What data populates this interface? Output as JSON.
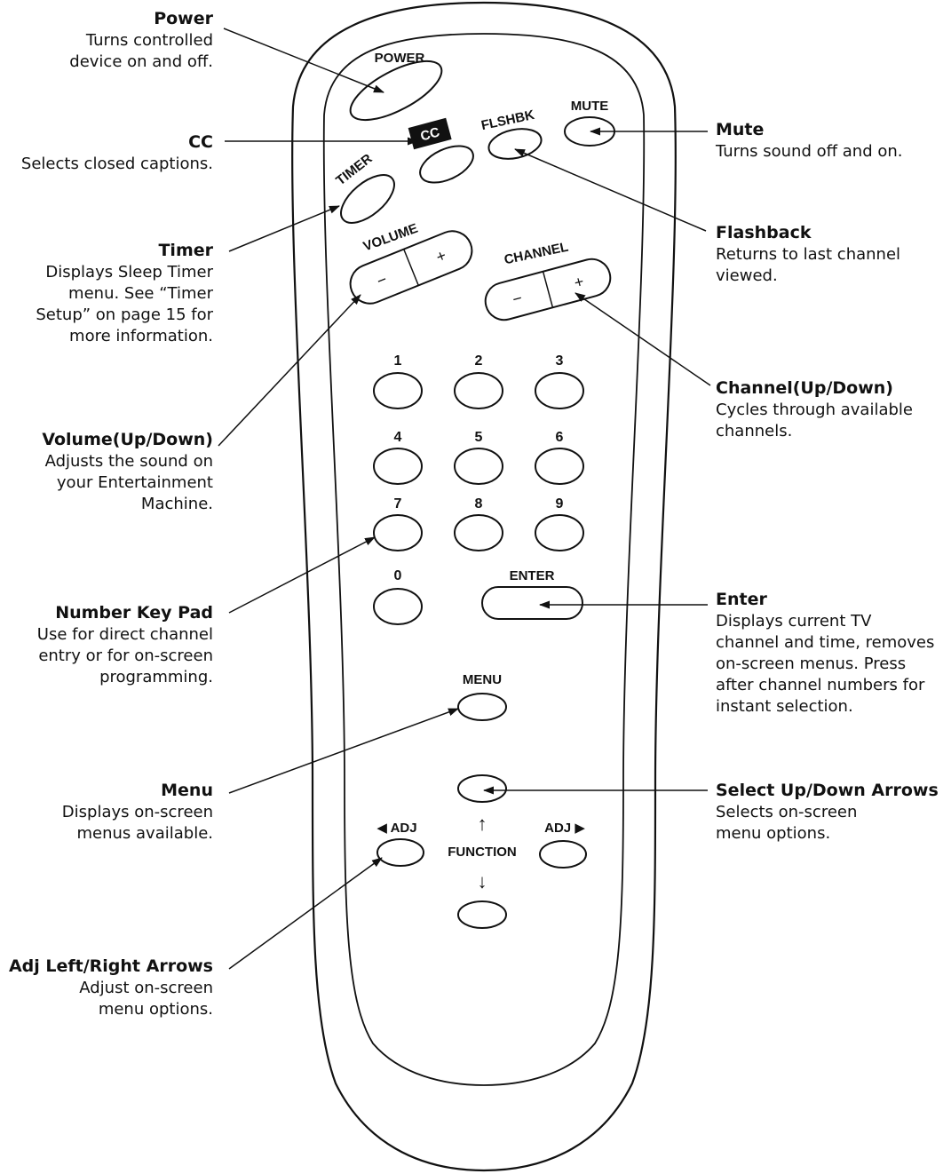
{
  "remote": {
    "keys": {
      "power": "POWER",
      "cc": "CC",
      "flashback": "FLSHBK",
      "mute": "MUTE",
      "timer": "TIMER",
      "volume": "VOLUME",
      "channel": "CHANNEL",
      "minus": "−",
      "plus": "+",
      "digits": [
        "1",
        "2",
        "3",
        "4",
        "5",
        "6",
        "7",
        "8",
        "9",
        "0"
      ],
      "enter": "ENTER",
      "menu": "MENU",
      "adj_left": "◀ ADJ",
      "adj_right": "ADJ ▶",
      "function": "FUNCTION",
      "up_arrow": "↑",
      "down_arrow": "↓"
    }
  },
  "annotations": {
    "power": {
      "title": "Power",
      "desc": "Turns controlled\ndevice on and off."
    },
    "cc": {
      "title": "CC",
      "desc": "Selects closed captions."
    },
    "timer": {
      "title": "Timer",
      "desc": "Displays Sleep Timer\nmenu. See “Timer\nSetup” on page 15 for\nmore information."
    },
    "volume": {
      "title": "Volume(Up/Down)",
      "desc": "Adjusts the sound on\nyour Entertainment\nMachine."
    },
    "number_pad": {
      "title": "Number Key Pad",
      "desc": "Use for direct channel\nentry or for on-screen\nprogramming."
    },
    "menu": {
      "title": "Menu",
      "desc": "Displays on-screen\nmenus available."
    },
    "adj": {
      "title": "Adj Left/Right Arrows",
      "desc": "Adjust on-screen\nmenu options."
    },
    "mute": {
      "title": "Mute",
      "desc": "Turns sound off and on."
    },
    "flashback": {
      "title": "Flashback",
      "desc": "Returns to last channel\nviewed."
    },
    "channel": {
      "title": "Channel(Up/Down)",
      "desc": "Cycles through available\nchannels."
    },
    "enter": {
      "title": "Enter",
      "desc": "Displays current TV\nchannel and time, removes\non-screen menus. Press\nafter channel numbers for\ninstant selection."
    },
    "select": {
      "title": "Select Up/Down Arrows",
      "desc": "Selects on-screen\nmenu options."
    }
  }
}
